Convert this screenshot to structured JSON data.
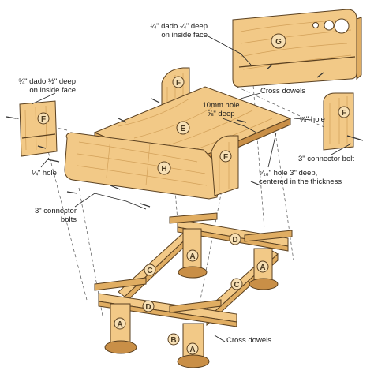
{
  "annotations": {
    "dado_quarter": "¼\" dado ¼\" deep\non inside face",
    "dado_threequarter": "¾\" dado ½\" deep\non inside face",
    "cross_dowels_top": "Cross dowels",
    "hole_10mm": "10mm hole\n⅝\" deep",
    "quarter_hole_right": "¼\" hole",
    "connector_bolt_right": "3\" connector bolt",
    "quarter_hole_left": "¼\" hole",
    "hole_5_16": "⁵⁄₁₆\" hole 3\" deep,\ncentered in the thickness",
    "connector_bolts_left": "3\" connector\nbolts",
    "cross_dowels_bottom": "Cross dowels"
  },
  "parts": {
    "G": "G",
    "F_top": "F",
    "F_left": "F",
    "F_right": "F",
    "F_front": "F",
    "E": "E",
    "H": "H",
    "D_top": "D",
    "D_bottom": "D",
    "C_left": "C",
    "C_right": "C",
    "A_1": "A",
    "A_2": "A",
    "A_3": "A",
    "A_4": "A",
    "B": "B"
  }
}
